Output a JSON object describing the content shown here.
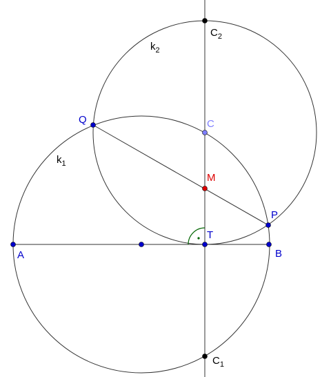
{
  "labels": {
    "A": "A",
    "B": "B",
    "T": "T",
    "M": "M",
    "C": "C",
    "P": "P",
    "Q": "Q",
    "C1": {
      "base": "C",
      "sub": "1"
    },
    "C2": {
      "base": "C",
      "sub": "2"
    },
    "k1": {
      "base": "k",
      "sub": "1"
    },
    "k2": {
      "base": "k",
      "sub": "2"
    }
  },
  "colors": {
    "point_blue": "#0000cc",
    "point_red": "#dd0000",
    "point_light": "#7f7fff",
    "point_black": "#000000",
    "label_blue": "#0000cc",
    "label_red": "#dd0000",
    "label_light": "#7f7fff",
    "label_black": "#000000",
    "right_angle": "#006400"
  }
}
